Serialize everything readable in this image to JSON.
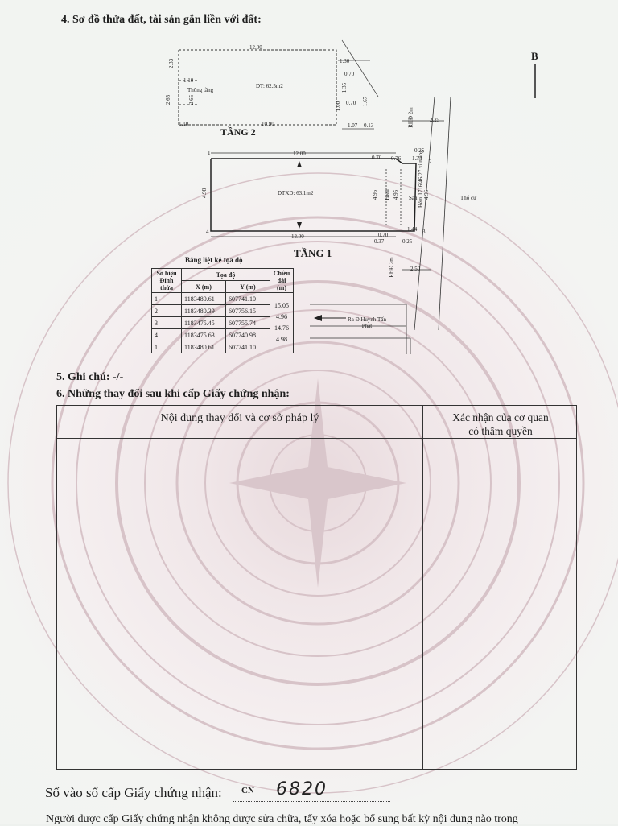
{
  "section4": {
    "title": "4. Sơ đồ thửa đất, tài sản gắn liền với đất:"
  },
  "north_label": "B",
  "floor2": {
    "label": "TẦNG 2",
    "area": "DT: 62.5m2",
    "void_label": "Thông tầng",
    "dims": {
      "top": "12.00",
      "bottom": "10.90",
      "left_outer": "2.33",
      "left_inner": "2.65",
      "left_inner2": "2.65",
      "step_top": "1.10",
      "step_bottom": "1.10",
      "right_a": "1.30",
      "right_b": "0.70",
      "right_c": "1.35",
      "right_d": "0.70",
      "right_e": "1.67",
      "right_f": "1.00",
      "right_g": "1.07",
      "right_h": "0.13"
    }
  },
  "floor1": {
    "label": "TẦNG 1",
    "area": "DTXD: 63.1m2",
    "yard_label": "Sân",
    "door_label": "Hiên",
    "neighbor": "Thổ cư",
    "alley": "Hẻm 1716/46/27 xi măng",
    "corners": {
      "c1": "1",
      "c2": "2",
      "c3": "3",
      "c4": "4"
    },
    "dims": {
      "top": "12.00",
      "bottom": "12.00",
      "left": "4.98",
      "right": "4.96",
      "t1": "0.70",
      "t2": "0.76",
      "t3": "0.25",
      "t4": "1.34",
      "b1": "0.70",
      "b2": "0.37",
      "b3": "0.25",
      "b4": "1.44",
      "inner_a": "4.95",
      "inner_b": "4.95",
      "alley_w1": "2.25",
      "alley_w2": "2.50",
      "rot1": "RHĐ 2m",
      "rot2": "RHĐ 2m"
    },
    "exit_label": "Ra Đ.Huỳnh Tấn Phát"
  },
  "coord_table": {
    "title": "Bảng liệt kê tọa độ",
    "h_point": "Số hiệu Đỉnh thửa",
    "h_coord": "Tọa độ",
    "h_x": "X (m)",
    "h_y": "Y (m)",
    "h_len": "Chiều dài (m)",
    "rows": [
      {
        "pt": "1",
        "x": "1183480.61",
        "y": "607741.10"
      },
      {
        "pt": "2",
        "x": "1183480.39",
        "y": "607756.15"
      },
      {
        "pt": "3",
        "x": "1183475.45",
        "y": "607755.74"
      },
      {
        "pt": "4",
        "x": "1183475.63",
        "y": "607740.98"
      },
      {
        "pt": "1",
        "x": "1183480.61",
        "y": "607741.10"
      }
    ],
    "lengths": [
      "15.05",
      "4.96",
      "14.76",
      "4.98"
    ]
  },
  "section5": {
    "title": "5. Ghi chú: -/-"
  },
  "section6": {
    "title": "6. Những thay đổi sau khi cấp Giấy chứng nhận:",
    "col1_header": "Nội dung thay đổi và cơ sở pháp lý",
    "col2_header_line1": "Xác nhận của cơ quan",
    "col2_header_line2": "có thẩm quyền"
  },
  "serial": {
    "label": "Số vào sổ cấp Giấy chứng nhận:",
    "prefix": "CN",
    "number": "6820"
  },
  "footer_text": "Người được cấp Giấy chứng nhận không được sửa chữa, tẩy xóa hoặc bổ sung bất kỳ nội dung nào trong"
}
